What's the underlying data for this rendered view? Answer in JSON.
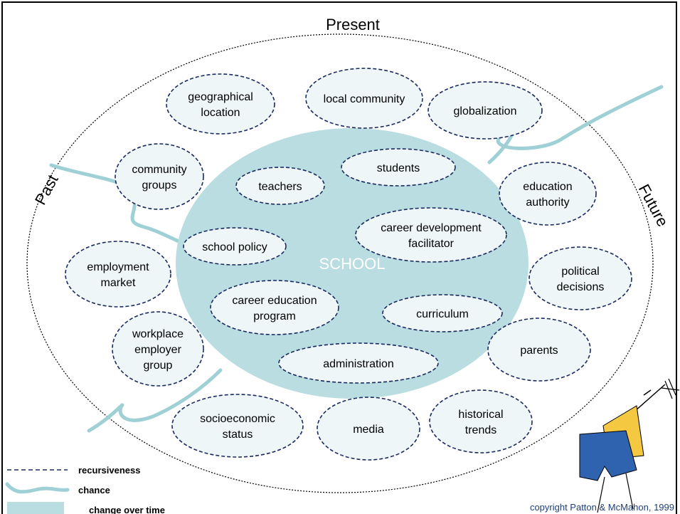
{
  "title": "Present",
  "side_left": "Past",
  "side_right": "Future",
  "center": "SCHOOL",
  "inner_nodes": [
    "teachers",
    "students",
    "career development facilitator",
    "school policy",
    "career education program",
    "curriculum",
    "administration"
  ],
  "outer_nodes": [
    "geographical location",
    "local community",
    "globalization",
    "community groups",
    "education authority",
    "employment market",
    "political decisions",
    "workplace employer group",
    "parents",
    "socioeconomic status",
    "media",
    "historical trends"
  ],
  "legend": {
    "recursiveness": "recursiveness",
    "chance": "chance",
    "change": "change over time"
  },
  "copyright": "copyright Patton & McMahon, 1999",
  "colors": {
    "school_fill": "#b9dde0",
    "node_fill": "#eef6f8",
    "node_border": "#1a2a5e",
    "chance_line": "#9fd0d6"
  }
}
